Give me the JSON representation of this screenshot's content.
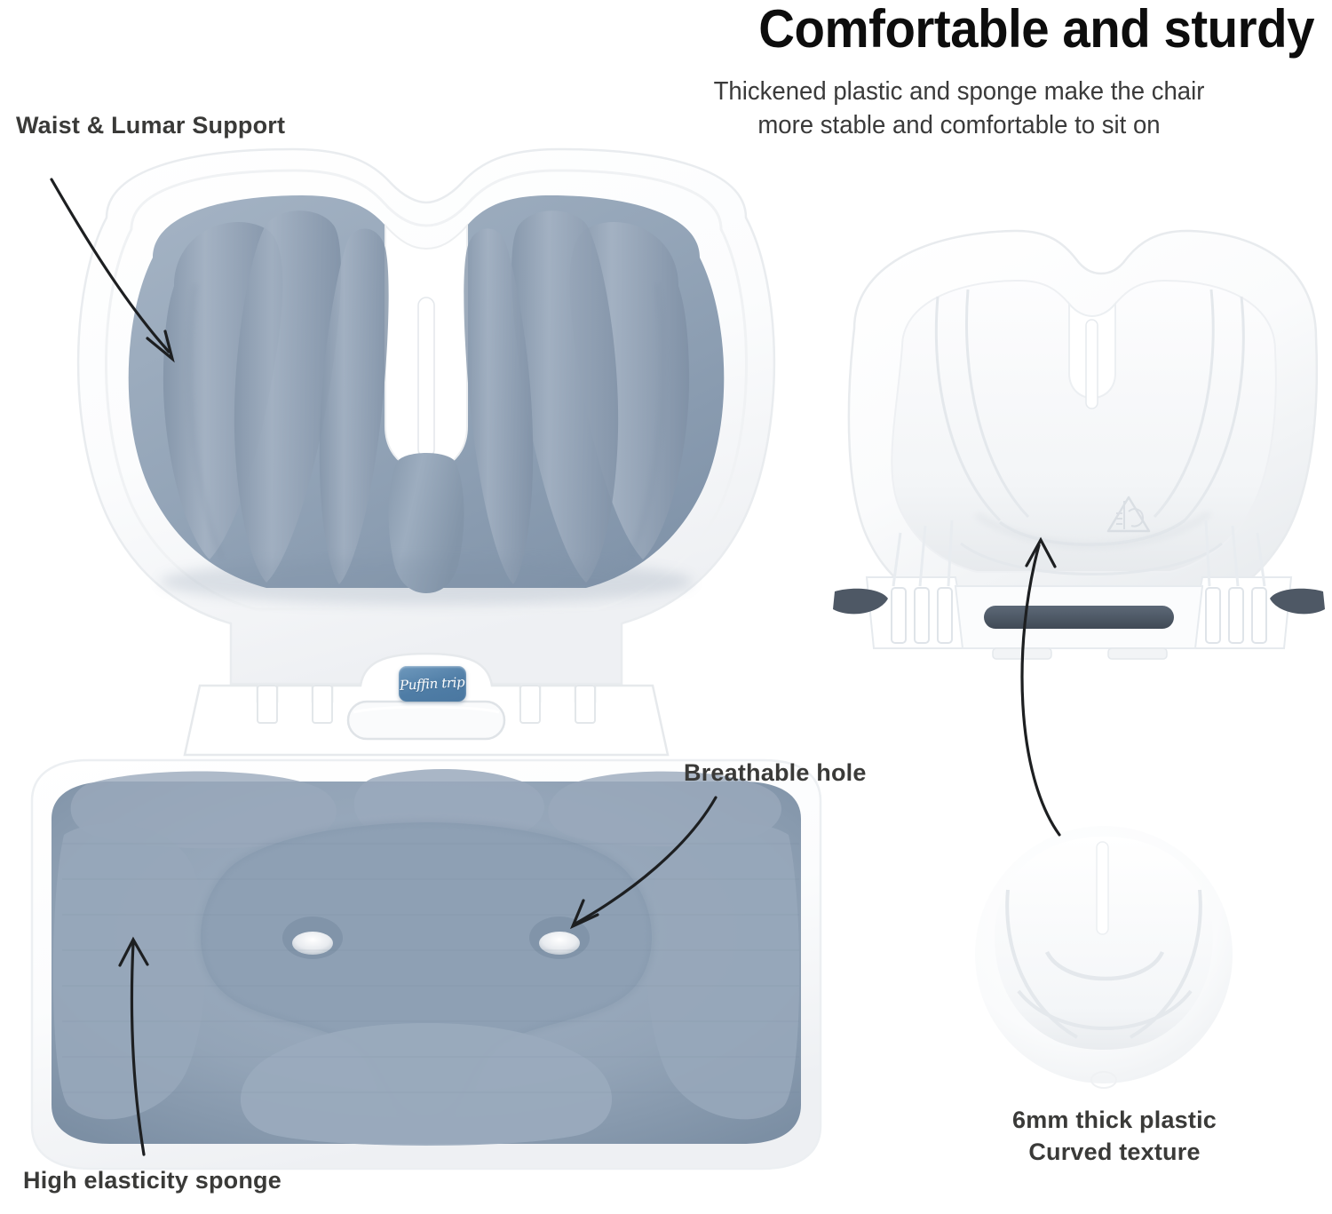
{
  "header": {
    "title": "Comfortable and sturdy",
    "subtitle_line1": "Thickened plastic and sponge make the chair",
    "subtitle_line2": "more stable and comfortable to sit on"
  },
  "callouts": {
    "waist_support": "Waist & Lumar Support",
    "high_elasticity_sponge": "High elasticity sponge",
    "breathable_hole": "Breathable hole",
    "thickness_line1": "6mm thick plastic",
    "thickness_line2": "Curved texture"
  },
  "brand": {
    "logo_text": "Puffin trip"
  },
  "colors": {
    "cushion_base": "#93a4b8",
    "cushion_shadow": "#7e91a7",
    "cushion_highlight": "#a7b6c6",
    "shell_white": "#ffffff",
    "shell_shadow": "#e6e9ec",
    "foot_dark": "#4b5663",
    "badge_blue": "#4f7da6",
    "text_dark": "#3a3a38",
    "headline_black": "#0d0d0d"
  },
  "icons": {
    "warning_triangle": "warning-triangle-icon",
    "arrow_waist": "callout-arrow-icon",
    "arrow_sponge": "callout-arrow-icon",
    "arrow_hole": "callout-arrow-icon",
    "arrow_detail": "callout-arrow-icon"
  },
  "figures": {
    "left_title": "cushion-set-front-view",
    "right_title": "plastic-shell-back-view",
    "detail_title": "curved-texture-detail-closeup"
  }
}
